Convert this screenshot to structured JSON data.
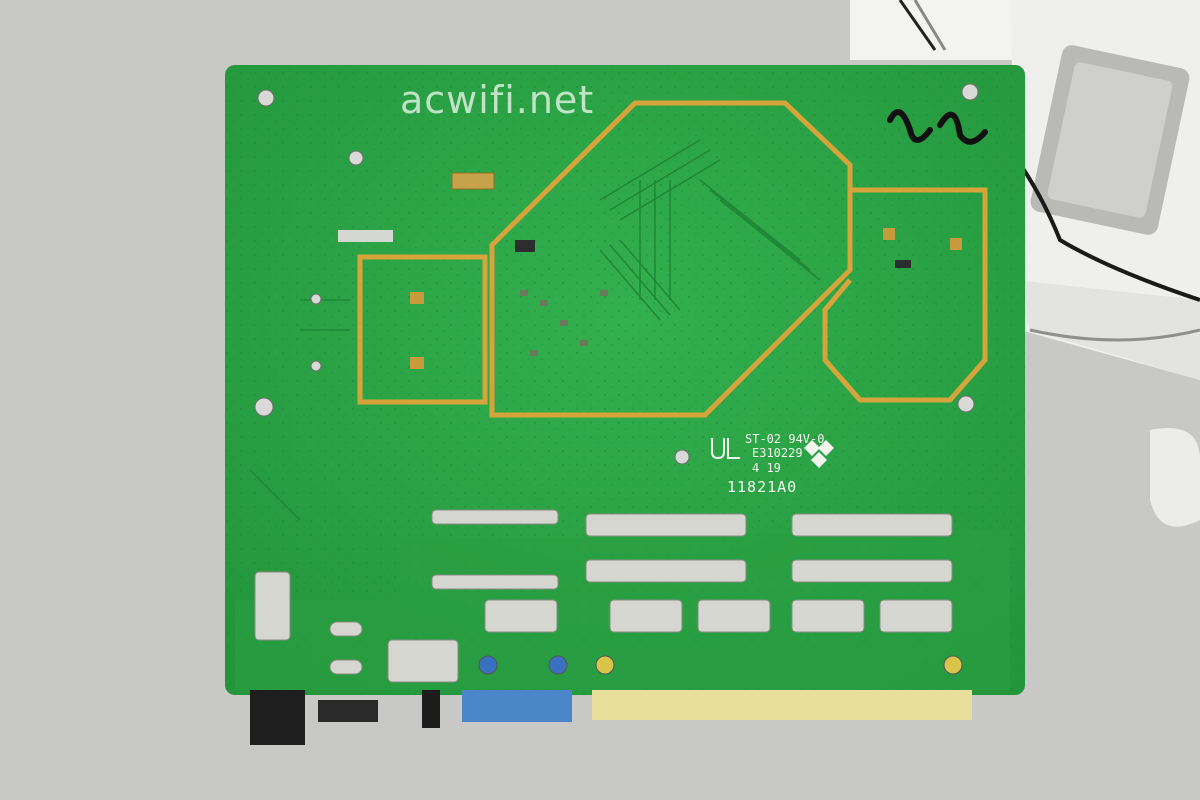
{
  "watermark": "acwifi.net",
  "silkscreen": {
    "rating": "ST-02 94V-0",
    "file_number": "E310229",
    "date_code": "4 19",
    "board_code": "11821A0"
  },
  "colors": {
    "board": "#2ba746",
    "trace_gold": "#d6a43a",
    "port_yellow": "#e9df9c",
    "port_blue": "#4a86c8",
    "background": "#c9c9c7"
  }
}
